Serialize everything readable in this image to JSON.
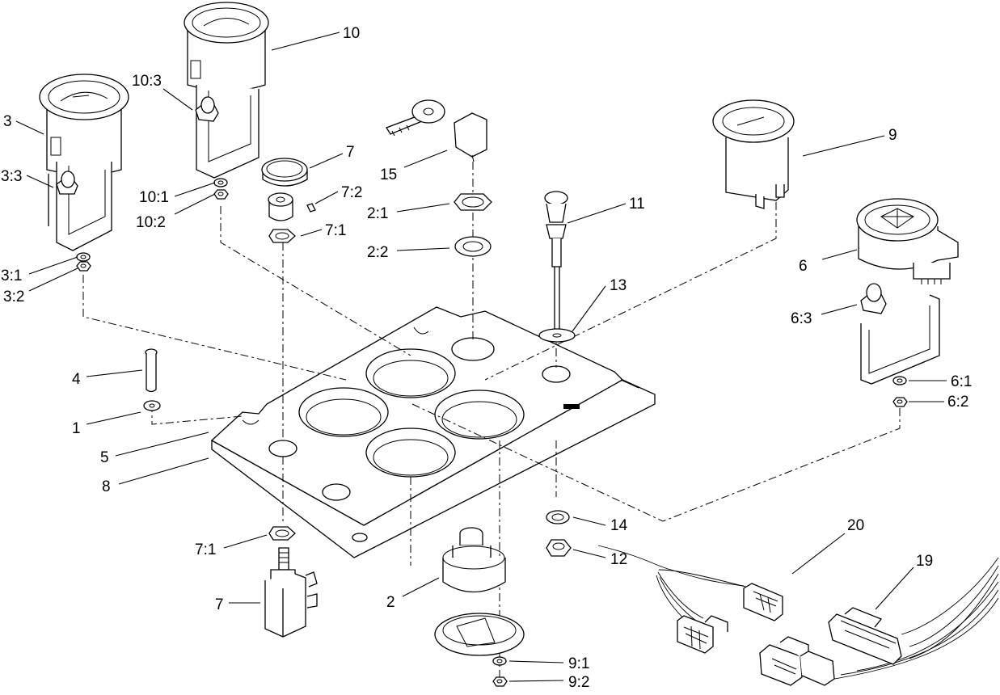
{
  "callouts": {
    "c3": "3",
    "c3_3": "3:3",
    "c3_1": "3:1",
    "c3_2": "3:2",
    "c10": "10",
    "c10_3": "10:3",
    "c10_1": "10:1",
    "c10_2": "10:2",
    "c7": "7",
    "c7_2": "7:2",
    "c7_1": "7:1",
    "c15": "15",
    "c2_1": "2:1",
    "c2_2": "2:2",
    "c11": "11",
    "c13": "13",
    "c9": "9",
    "c6": "6",
    "c6_3": "6:3",
    "c6_1": "6:1",
    "c6_2": "6:2",
    "c4": "4",
    "c1": "1",
    "c5": "5",
    "c8": "8",
    "c7_1b": "7:1",
    "c7b": "7",
    "c2": "2",
    "c9_1": "9:1",
    "c9_2": "9:2",
    "c14": "14",
    "c12": "12",
    "c20": "20",
    "c19": "19"
  }
}
